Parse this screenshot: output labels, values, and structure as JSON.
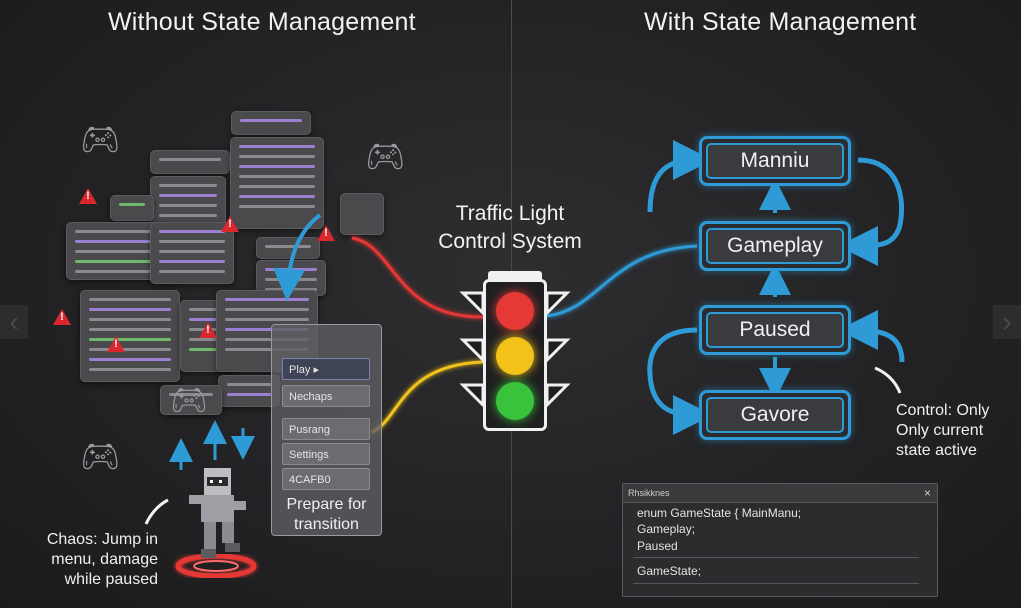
{
  "left_title": "Without State Management",
  "right_title": "With State Management",
  "menu_items": [
    "Play ▸",
    "Nechaps",
    "Pusrang",
    "Settings",
    "4CAFB0"
  ],
  "menu_caption_line1": "Prepare for",
  "menu_caption_line2": "transition",
  "chaos_caption": [
    "Chaos: Jump in",
    "menu, damage",
    "while paused"
  ],
  "traffic_light_label_line1": "Traffic Light",
  "traffic_light_label_line2": "Control System",
  "states": [
    "Manniu",
    "Gameplay",
    "Paused",
    "Gavore"
  ],
  "control_note": [
    "Control: Only",
    "Only current",
    "state active"
  ],
  "code_window": {
    "title": "Rhsikknes",
    "close": "×",
    "lines": [
      "enum GameState { MainManu;",
      "Gameplay;",
      "Paused"
    ],
    "footer": "GameState;"
  },
  "colors": {
    "red": "#e53935",
    "yellow": "#f2c21b",
    "green": "#39c23c",
    "blue": "#2e9bd6"
  }
}
